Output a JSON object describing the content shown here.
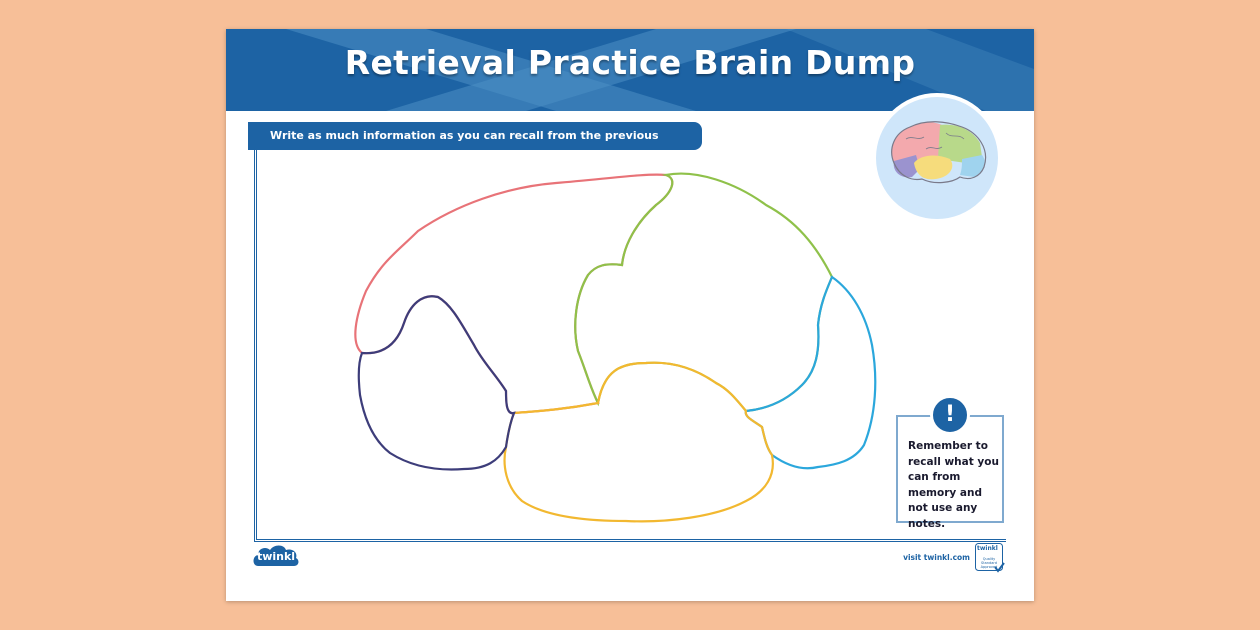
{
  "worksheet": {
    "title": "Retrieval Practice Brain Dump",
    "instruction": "Write as much information as you can recall from the previous lesson.",
    "reminder": {
      "icon": "exclamation-icon",
      "symbol": "!",
      "text": "Remember to recall what you can from memory and not use any notes."
    },
    "footer": {
      "logo_text": "twinkl",
      "visit_text": "visit twinkl.com",
      "badge_text": "twinkl",
      "badge_subtext": "Quality Standard Approved"
    }
  },
  "colors": {
    "background": "#f7bf98",
    "brand_blue": "#1d63a4",
    "badge_circle": "#cfe6fa",
    "frontal_lobe": "#e87378",
    "parietal_lobe": "#8fc14a",
    "temporal_lobe": "#f2b830",
    "occipital_lobe": "#2ba7dc",
    "cerebellum_region": "#3d3d7a"
  }
}
